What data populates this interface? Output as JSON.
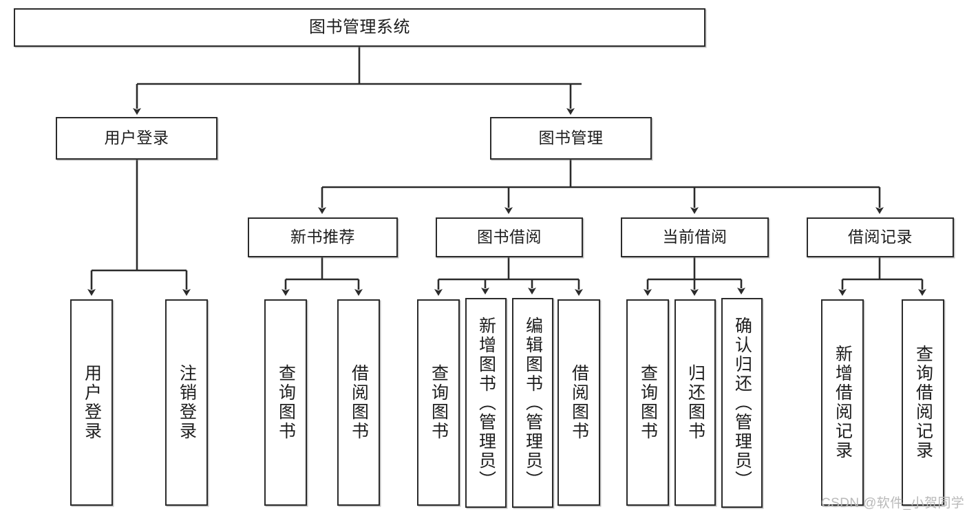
{
  "diagram": {
    "title": "图书管理系统",
    "type": "tree-hierarchy",
    "stroke_color": "#2b2b2b",
    "fill_color": "#ffffff",
    "text_color": "#1d1d1d"
  },
  "nodes": {
    "root": {
      "label": "图书管理系统"
    },
    "level2": [
      {
        "id": "user-login",
        "label": "用户登录"
      },
      {
        "id": "book-manage",
        "label": "图书管理"
      }
    ],
    "level3": [
      {
        "id": "new-book-recommend",
        "label": "新书推荐"
      },
      {
        "id": "book-borrow",
        "label": "图书借阅"
      },
      {
        "id": "current-borrow",
        "label": "当前借阅"
      },
      {
        "id": "borrow-record",
        "label": "借阅记录"
      }
    ],
    "leaves": {
      "user-login": [
        {
          "id": "leaf-user-login",
          "label": "用户登录"
        },
        {
          "id": "leaf-logout",
          "label": "注销登录"
        }
      ],
      "new-book-recommend": [
        {
          "id": "leaf-query-book-1",
          "label": "查询图书"
        },
        {
          "id": "leaf-borrow-book-1",
          "label": "借阅图书"
        }
      ],
      "book-borrow": [
        {
          "id": "leaf-query-book-2",
          "label": "查询图书"
        },
        {
          "id": "leaf-add-book",
          "label": "新增图书（管理员）"
        },
        {
          "id": "leaf-edit-book",
          "label": "编辑图书（管理员）"
        },
        {
          "id": "leaf-borrow-book-2",
          "label": "借阅图书"
        }
      ],
      "current-borrow": [
        {
          "id": "leaf-query-book-3",
          "label": "查询图书"
        },
        {
          "id": "leaf-return-book",
          "label": "归还图书"
        },
        {
          "id": "leaf-confirm-return",
          "label": "确认归还（管理员）"
        }
      ],
      "borrow-record": [
        {
          "id": "leaf-add-record",
          "label": "新增借阅记录"
        },
        {
          "id": "leaf-query-record",
          "label": "查询借阅记录"
        }
      ]
    }
  },
  "watermark": {
    "text": "CSDN @软件_小贺同学"
  }
}
